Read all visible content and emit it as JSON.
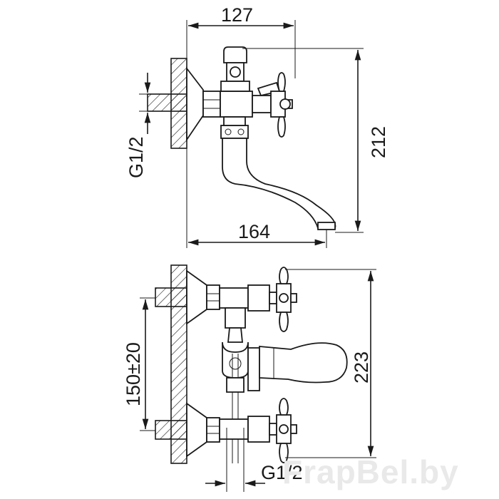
{
  "top_view": {
    "dim_width_top": "127",
    "dim_height_right": "212",
    "dim_thread_left": "G1/2",
    "dim_width_bottom": "164"
  },
  "front_view": {
    "dim_spacing_left": "150±20",
    "dim_height_right": "223",
    "dim_thread_bottom": "G1/2"
  },
  "watermark": "FrapBel.by"
}
